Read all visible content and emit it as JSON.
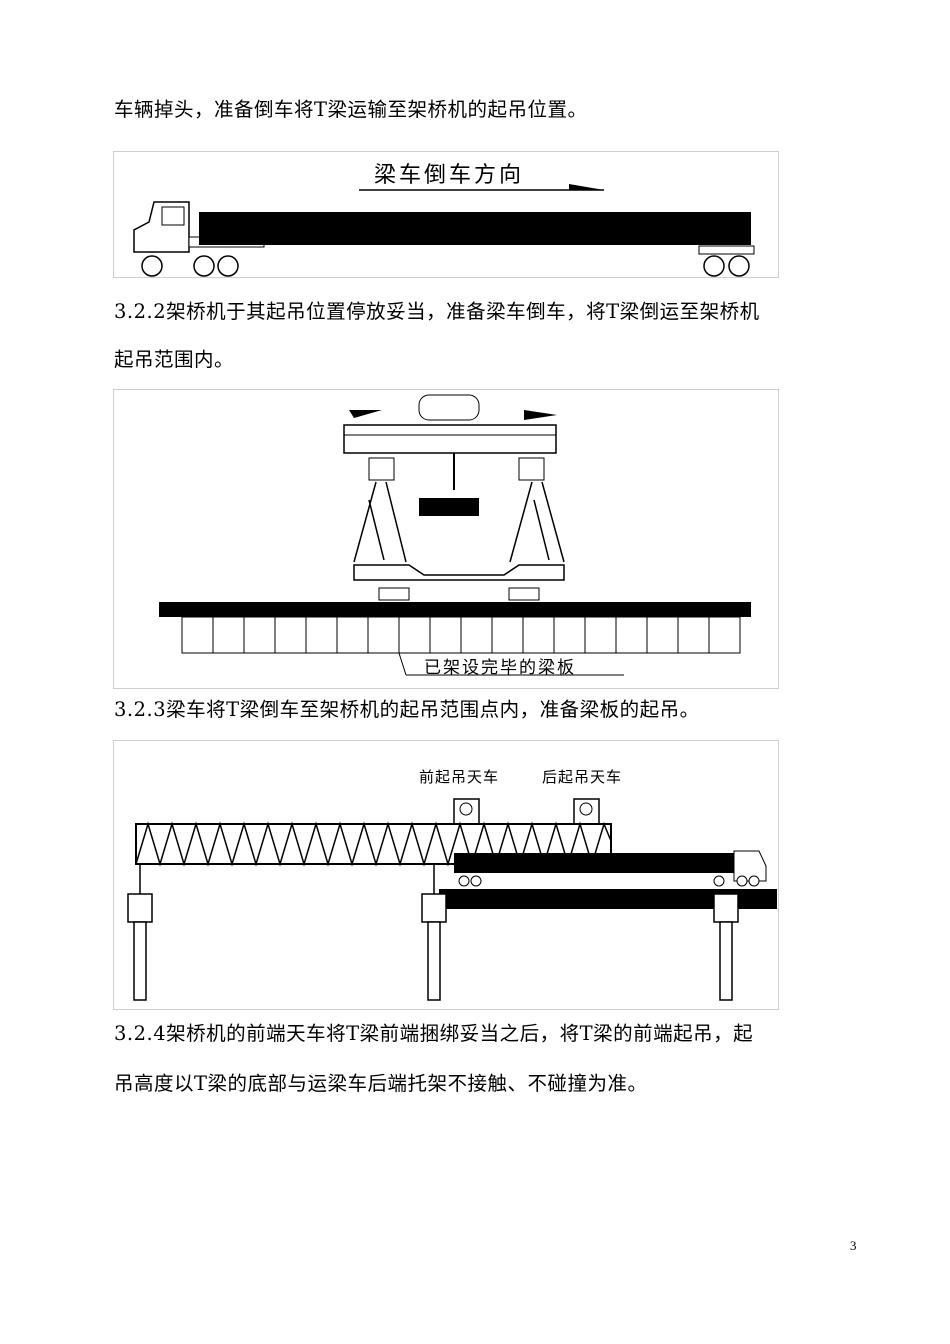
{
  "paragraphs": [
    "车辆掉头，准备倒车将T梁运输至架桥机的起吊位置。",
    "3.2.2架桥机于其起吊位置停放妥当，准备梁车倒车，将T梁倒运至架桥机",
    "起吊范围内。",
    "3.2.3梁车将T梁倒车至架桥机的起吊范围点内，准备梁板的起吊。",
    "3.2.4架桥机的前端天车将T梁前端捆绑妥当之后，将T梁的前端起吊，起",
    "吊高度以T梁的底部与运梁车后端托架不接触、不碰撞为准。"
  ],
  "figures": {
    "fig1": {
      "label": "梁车倒车方向"
    },
    "fig2": {
      "label": "已架设完毕的梁板"
    },
    "fig3": {
      "label_front": "前起吊天车",
      "label_rear": "后起吊天车"
    }
  },
  "page_number": "3"
}
